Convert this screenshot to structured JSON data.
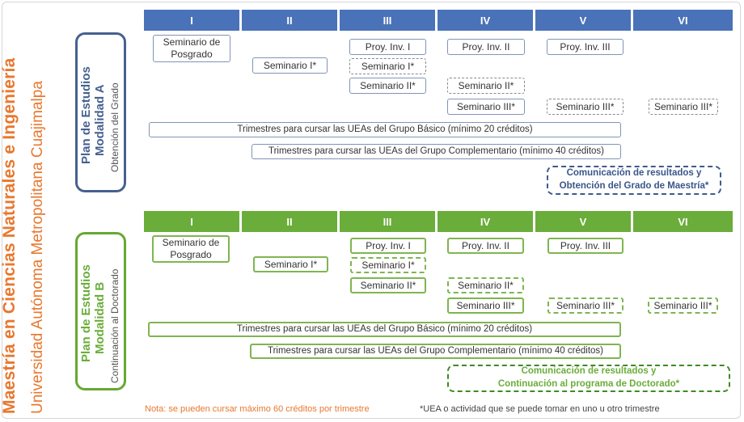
{
  "title": {
    "main": "Maestría en Ciencias Naturales e Ingeniería",
    "sub": "Universidad Autónoma Metropolitana Cuajimalpa"
  },
  "columns": [
    "I",
    "II",
    "III",
    "IV",
    "V",
    "VI"
  ],
  "plan_a": {
    "title1": "Plan de Estudios",
    "title2": "Modalidad A",
    "title3": "Obtención del Grado",
    "boxes": {
      "sem_posgrado": "Seminario de Posgrado",
      "sem1": "Seminario I*",
      "proy1": "Proy. Inv. I",
      "sem1_alt": "Seminario I*",
      "sem2": "Seminario II*",
      "proy2": "Proy. Inv. II",
      "sem2_alt": "Seminario II*",
      "sem3": "Seminario III*",
      "proy3": "Proy. Inv. III",
      "sem3_alt5": "Seminario III*",
      "sem3_alt6": "Seminario III*"
    },
    "basico": "Trimestres para cursar las UEAs del Grupo Básico (mínimo 20 créditos)",
    "complementario": "Trimestres para cursar las UEAs del Grupo Complementario (mínimo 40 créditos)",
    "comunicacion_1": "Comunicación de resultados y",
    "comunicacion_2": "Obtención del Grado de Maestría*"
  },
  "plan_b": {
    "title1": "Plan de Estudios",
    "title2": "Modalidad B",
    "title3": "Continuación al Doctorado",
    "boxes": {
      "sem_posgrado": "Seminario de Posgrado",
      "sem1": "Seminario I*",
      "proy1": "Proy. Inv. I",
      "sem1_alt": "Seminario I*",
      "sem2": "Seminario II*",
      "proy2": "Proy. Inv. II",
      "sem2_alt": "Seminario II*",
      "sem3": "Seminario III*",
      "proy3": "Proy. Inv. III",
      "sem3_alt5": "Seminario III*",
      "sem3_alt6": "Seminario III*"
    },
    "basico": "Trimestres para cursar las UEAs del Grupo Básico (mínimo 20 créditos)",
    "complementario": "Trimestres para cursar las UEAs del Grupo Complementario (mínimo 40 créditos)",
    "comunicacion_1": "Comunicación de resultados y",
    "comunicacion_2": "Continuación al programa de Doctorado*"
  },
  "notes": {
    "max_creditos": "Nota: se pueden cursar máximo 60 créditos por trimestre",
    "uea_asterisco": "*UEA o actividad que se puede tomar en uno u otro trimestre"
  },
  "colors": {
    "accent_orange": "#e8782f",
    "blue_header": "#4a72b8",
    "blue_dark": "#46618f",
    "green_header": "#6aad3a",
    "green_dark": "#3f8a24"
  }
}
